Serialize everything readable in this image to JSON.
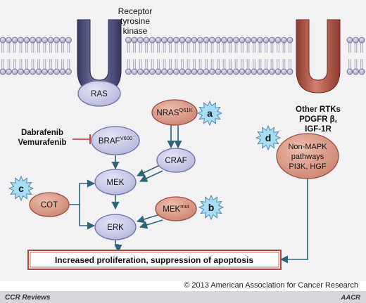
{
  "receptor": {
    "label_line1": "Receptor",
    "label_line2": "tyrosine",
    "label_line3": "kinase"
  },
  "other_rtks": {
    "line1": "Other RTKs",
    "line2": "PDGFR β,",
    "line3": "IGF-1R"
  },
  "nodes": {
    "ras": "RAS",
    "nras": "NRAS",
    "nras_sup": "Q61K",
    "braf": "BRAF",
    "braf_sup": "V600",
    "craf": "CRAF",
    "mek": "MEK",
    "cot": "COT",
    "erk": "ERK",
    "mek_mut": "MEK",
    "mek_mut_sup": "mut",
    "nonmapk_line1": "Non-MAPK",
    "nonmapk_line2": "pathways",
    "nonmapk_line3": "PI3K, HGF"
  },
  "inhibitors": {
    "line1": "Dabrafenib",
    "line2": "Vemurafenib"
  },
  "badges": {
    "a": "a",
    "b": "b",
    "c": "c",
    "d": "d"
  },
  "outcome": "Increased proliferation, suppression of apoptosis",
  "footer": {
    "copyright": "© 2013 American Association for Cancer Research",
    "series": "CCR Reviews",
    "logo": "AACR"
  },
  "colors": {
    "background": "#f2f2f4",
    "head_fill": "#c3c5d8",
    "head_stroke": "#5f5f85",
    "receptor_fill": "#4e4e7c",
    "blue_node": "#c7c9e6",
    "blue_stroke": "#6e6ea8",
    "red_node": "#d89b87",
    "red_stroke": "#9e4b3c",
    "arrow": "#2f6478",
    "inhibit": "#c0302c",
    "badge_fill": "#a7dcf1",
    "badge_stroke": "#4b8ab0",
    "outcome_border": "#b4463c",
    "footer_bar": "#d7d7db"
  }
}
